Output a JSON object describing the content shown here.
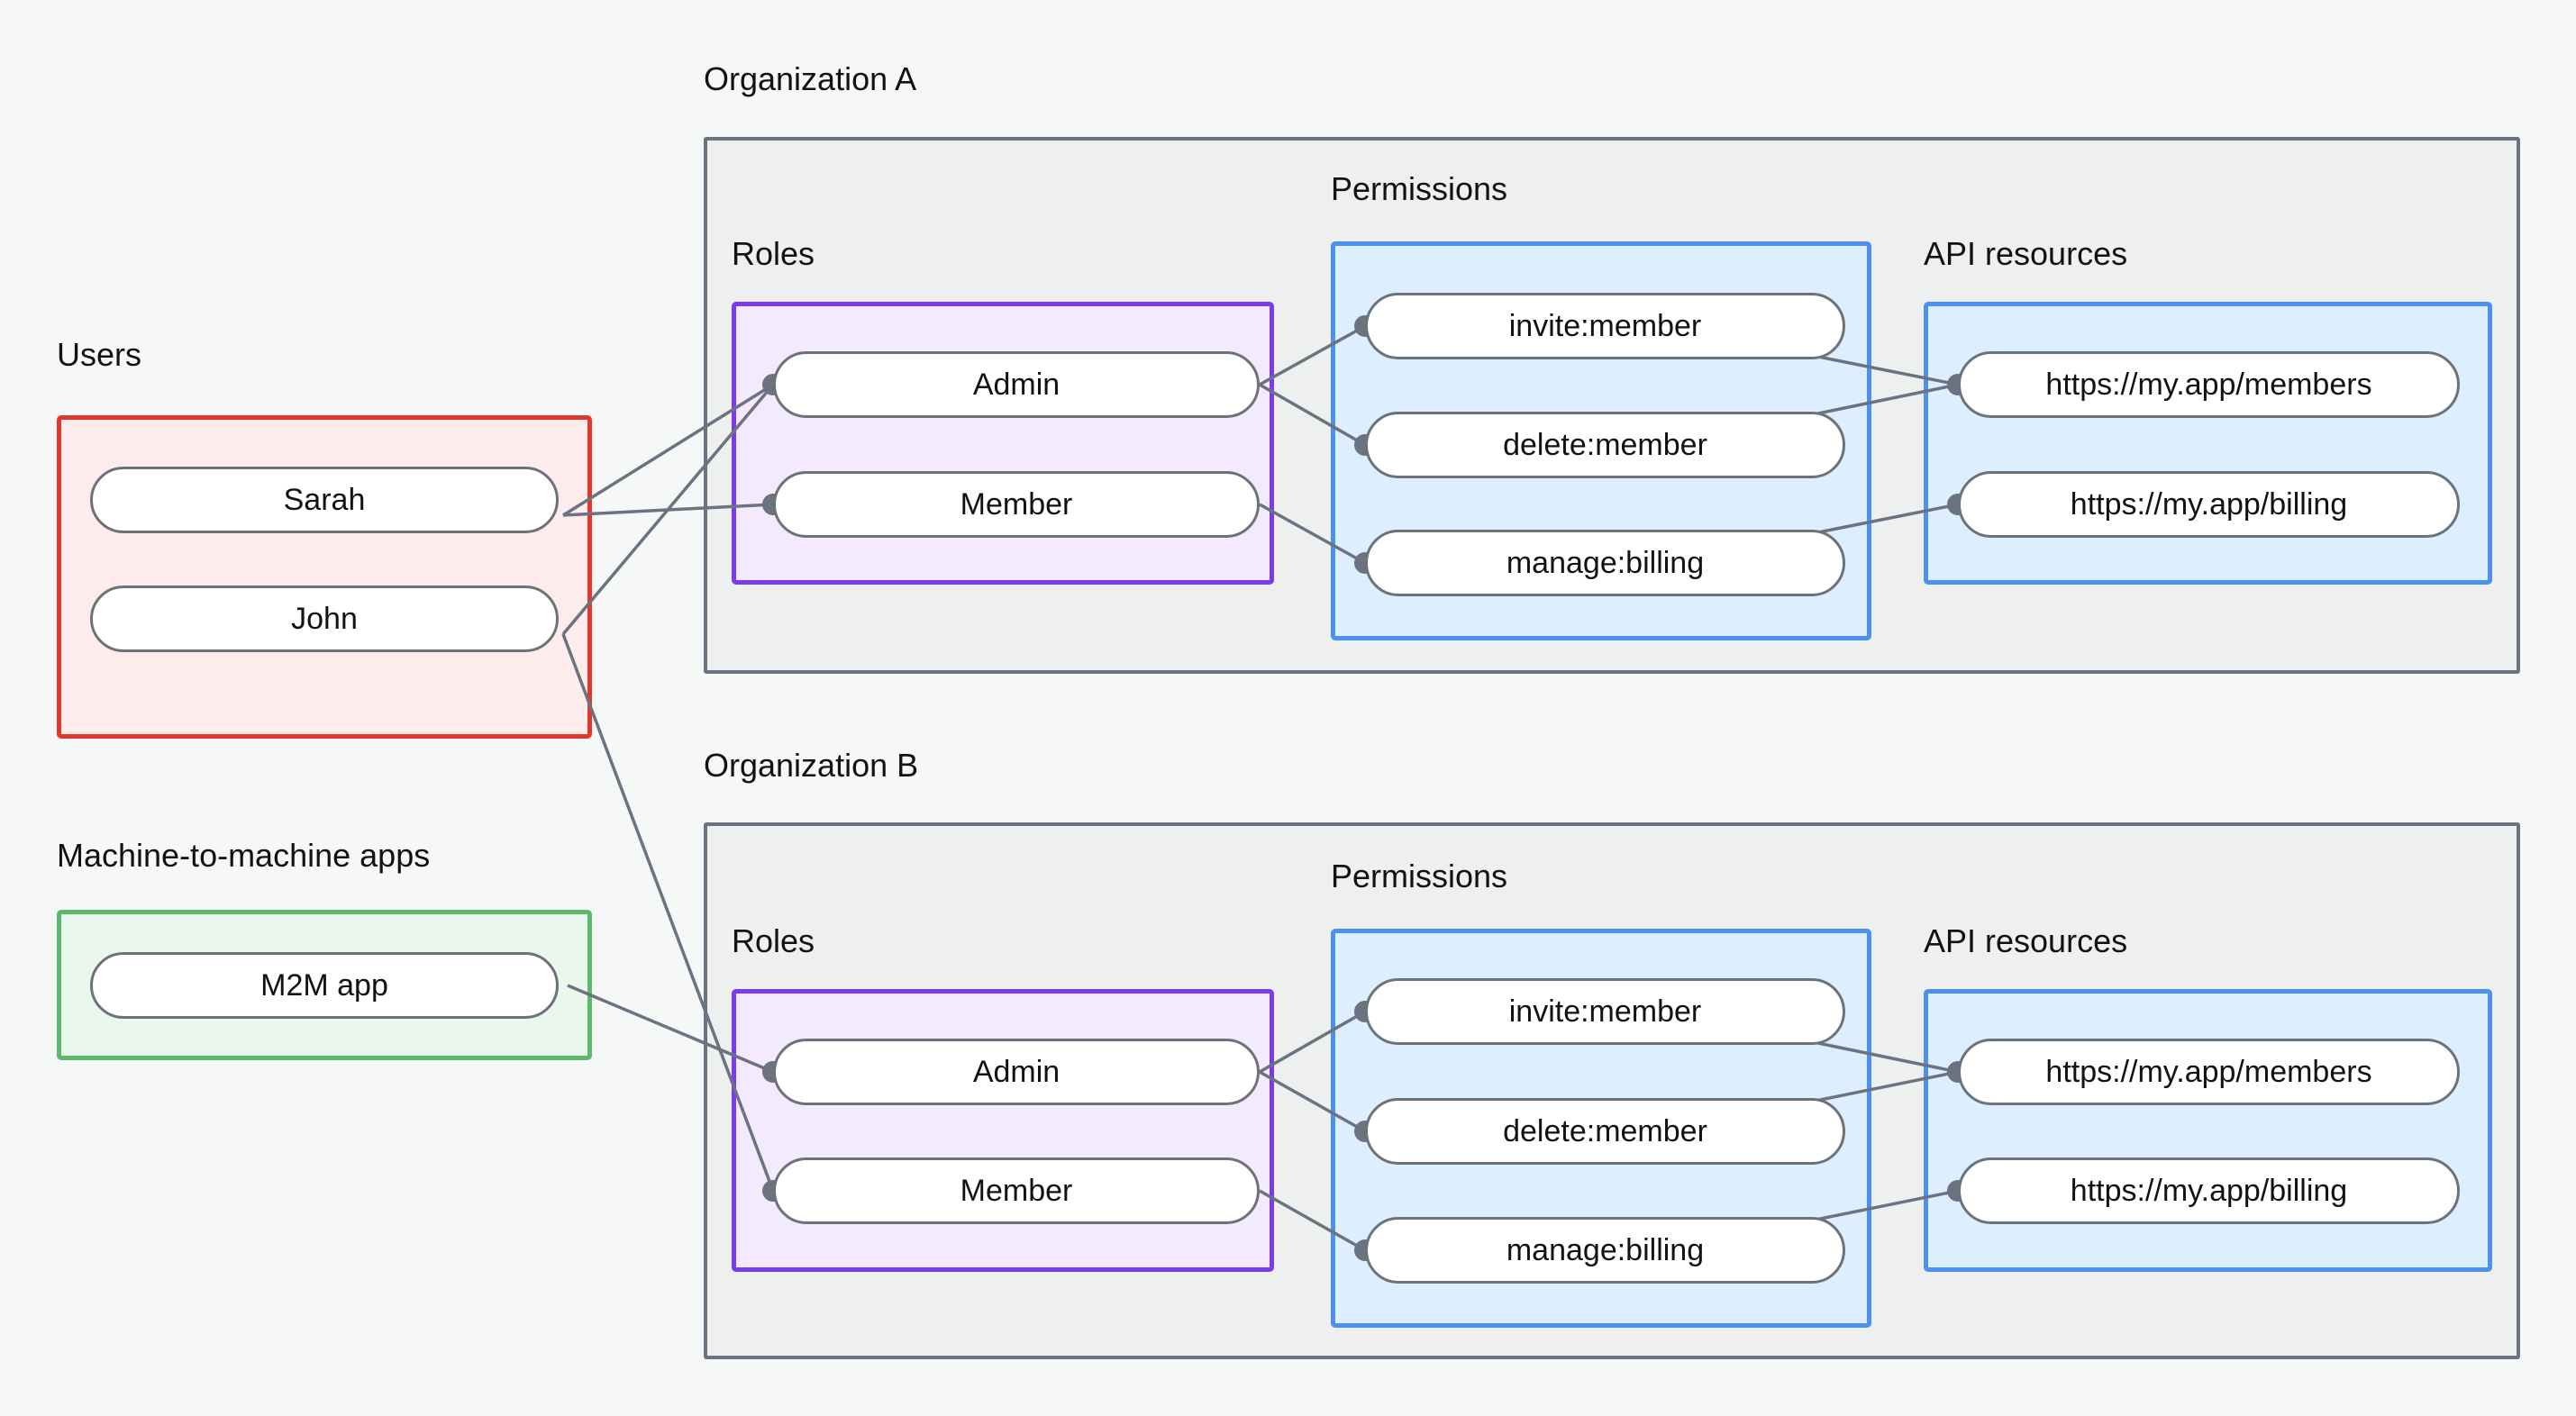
{
  "diagram": {
    "title_visible": false,
    "background_color": "#f6f8f8"
  },
  "palette": {
    "users_border": "#e0382d",
    "users_fill": "#fdeceb",
    "m2m_border": "#5cba6d",
    "m2m_fill": "#e9f7ec",
    "roles_border": "#7c3aed",
    "roles_fill": "#f3ebfd",
    "permissions_border": "#4c91f0",
    "permissions_fill": "#ddeeff",
    "api_border": "#4c91f0",
    "api_fill": "#ddeeff",
    "org_border": "#6b7280",
    "org_fill": "#eeefef",
    "node_border": "#6c7378",
    "node_fill": "#ffffff",
    "edge_color": "#6b7280"
  },
  "groups": {
    "users": {
      "label": "Users"
    },
    "m2m": {
      "label": "Machine-to-machine apps"
    },
    "org_a": {
      "label": "Organization A"
    },
    "org_b": {
      "label": "Organization B"
    },
    "roles_a": {
      "label": "Roles"
    },
    "roles_b": {
      "label": "Roles"
    },
    "permissions_a": {
      "label": "Permissions"
    },
    "permissions_b": {
      "label": "Permissions"
    },
    "api_a": {
      "label": "API resources"
    },
    "api_b": {
      "label": "API resources"
    }
  },
  "nodes": {
    "users": [
      {
        "id": "sarah",
        "label": "Sarah"
      },
      {
        "id": "john",
        "label": "John"
      }
    ],
    "m2m": [
      {
        "id": "m2m-app",
        "label": "M2M app"
      }
    ],
    "roles_a": [
      {
        "id": "a-admin",
        "label": "Admin"
      },
      {
        "id": "a-member",
        "label": "Member"
      }
    ],
    "permissions_a": [
      {
        "id": "a-invite",
        "label": "invite:member"
      },
      {
        "id": "a-delete",
        "label": "delete:member"
      },
      {
        "id": "a-billing",
        "label": "manage:billing"
      }
    ],
    "api_a": [
      {
        "id": "a-res-members",
        "label": "https://my.app/members"
      },
      {
        "id": "a-res-billing",
        "label": "https://my.app/billing"
      }
    ],
    "roles_b": [
      {
        "id": "b-admin",
        "label": "Admin"
      },
      {
        "id": "b-member",
        "label": "Member"
      }
    ],
    "permissions_b": [
      {
        "id": "b-invite",
        "label": "invite:member"
      },
      {
        "id": "b-delete",
        "label": "delete:member"
      },
      {
        "id": "b-billing",
        "label": "manage:billing"
      }
    ],
    "api_b": [
      {
        "id": "b-res-members",
        "label": "https://my.app/members"
      },
      {
        "id": "b-res-billing",
        "label": "https://my.app/billing"
      }
    ]
  },
  "edges": [
    {
      "from": "sarah",
      "to": "a-admin"
    },
    {
      "from": "sarah",
      "to": "a-member"
    },
    {
      "from": "john",
      "to": "a-admin"
    },
    {
      "from": "john",
      "to": "b-member"
    },
    {
      "from": "m2m-app",
      "to": "b-admin"
    },
    {
      "from": "a-admin",
      "to": "a-invite"
    },
    {
      "from": "a-admin",
      "to": "a-delete"
    },
    {
      "from": "a-member",
      "to": "a-billing"
    },
    {
      "from": "a-invite",
      "to": "a-res-members"
    },
    {
      "from": "a-delete",
      "to": "a-res-members"
    },
    {
      "from": "a-billing",
      "to": "a-res-billing"
    },
    {
      "from": "b-admin",
      "to": "b-invite"
    },
    {
      "from": "b-admin",
      "to": "b-delete"
    },
    {
      "from": "b-member",
      "to": "b-billing"
    },
    {
      "from": "b-invite",
      "to": "b-res-members"
    },
    {
      "from": "b-delete",
      "to": "b-res-members"
    },
    {
      "from": "b-billing",
      "to": "b-res-billing"
    }
  ]
}
